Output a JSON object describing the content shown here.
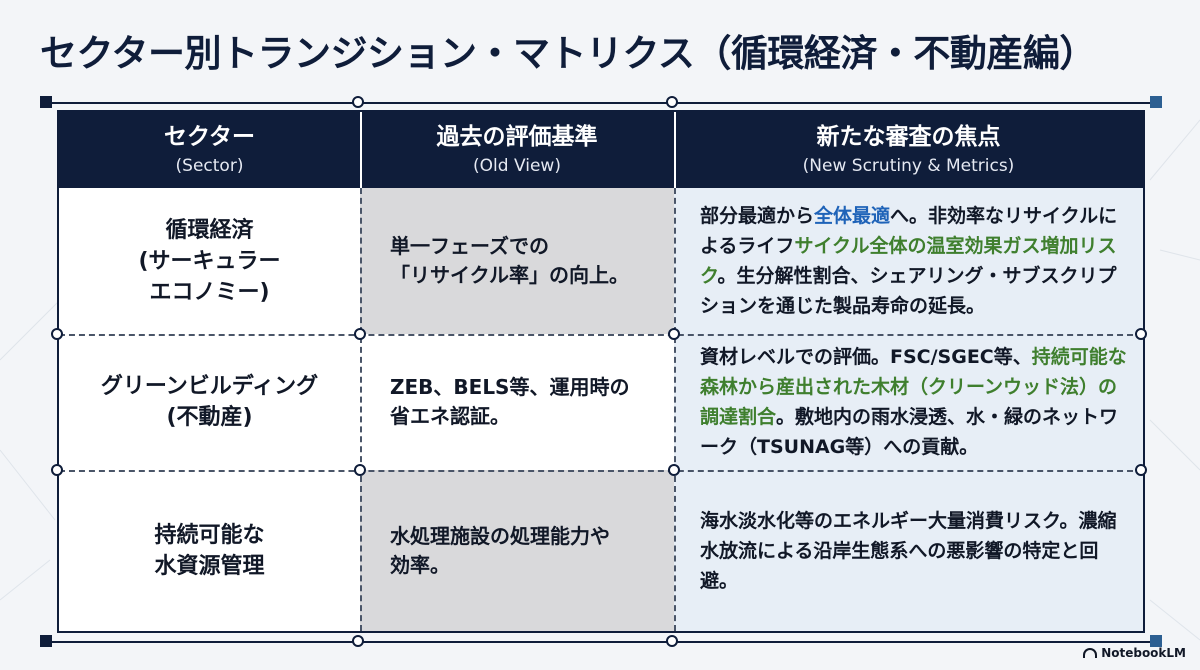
{
  "title": "セクター別トランジション・マトリクス（循環経済・不動産編）",
  "header": {
    "col1": {
      "main": "セクター",
      "sub": "(Sector)"
    },
    "col2": {
      "main": "過去の評価基準",
      "sub": "(Old View)"
    },
    "col3": {
      "main": "新たな審査の焦点",
      "sub": "(New Scrutiny & Metrics)"
    }
  },
  "rows": [
    {
      "sector_lines": [
        "循環経済",
        "(サーキュラー",
        "エコノミー)"
      ],
      "old_lines": [
        "単一フェーズでの",
        "「リサイクル率」の向上。"
      ],
      "new_parts": {
        "p1": "部分最適から",
        "p2": "全体最適",
        "p3": "へ。非効率なリサイクルによるライフ",
        "p4": "サイクル全体の温室効果ガス増加リスク",
        "p5": "。生分解性割合、シェアリング・サブスクリプションを通じた製品寿命の延長。"
      }
    },
    {
      "sector_lines": [
        "グリーンビルディング",
        "(不動産)"
      ],
      "old_lines": [
        "ZEB、BELS等、運用時の",
        "省エネ認証。"
      ],
      "new_parts": {
        "p1": "資材レベルでの評価。FSC/SGEC等、",
        "p2": "持続可能な森林から産出された木材（クリーンウッド法）の調達割合",
        "p3": "。敷地内の雨水浸透、水・緑のネットワーク（TSUNAG等）への貢献。"
      }
    },
    {
      "sector_lines": [
        "持続可能な",
        "水資源管理"
      ],
      "old_lines": [
        "水処理施設の処理能力や",
        "効率。"
      ],
      "new_text": "海水淡水化等のエネルギー大量消費リスク。濃縮水放流による沿岸生態系への悪影響の特定と回避。"
    }
  ],
  "badge": {
    "label": "NotebookLM"
  },
  "colors": {
    "navy": "#0f1d3a",
    "highlight_blue": "#1f63b8",
    "highlight_green": "#3f7f2e",
    "gray_cell": "#d9d9db",
    "blue_cell": "#e7eef6"
  }
}
